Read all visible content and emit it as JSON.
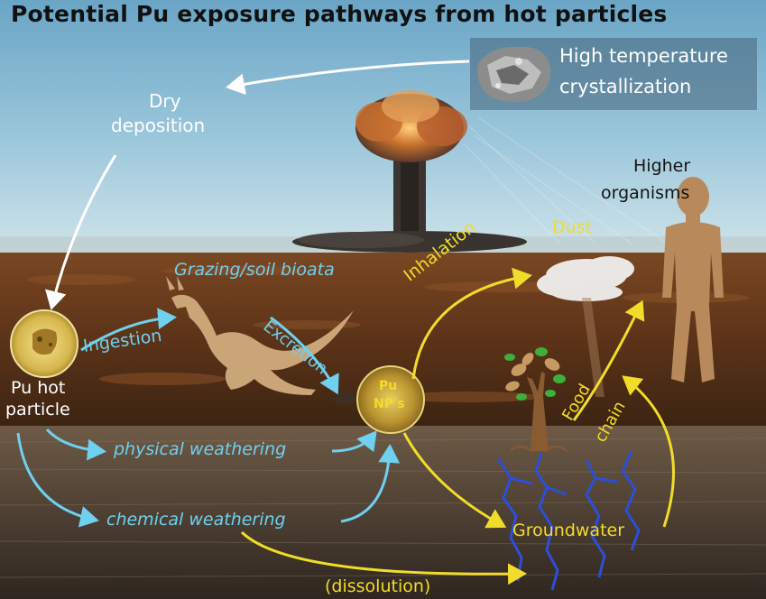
{
  "title": "Potential Pu exposure pathways from hot particles",
  "labels": {
    "high_temperature": "High temperature",
    "crystallization": "crystallization",
    "dry": "Dry",
    "deposition": "deposition",
    "higher": "Higher",
    "organisms": "organisms",
    "dust": "Dust",
    "inhalation": "Inhalation",
    "grazing": "Grazing/soil bioata",
    "ingestion": "Ingestion",
    "excretion": "Excretion",
    "pu_hot": "Pu hot",
    "particle": "particle",
    "pu": "Pu",
    "nps": "NP's",
    "food": "Food",
    "chain": "chain",
    "physical_weathering": "physical weathering",
    "chemical_weathering": "chemical weathering",
    "groundwater": "Groundwater",
    "dissolution": "(dissolution)"
  },
  "colors": {
    "sky_top": "#6aa5c6",
    "sky_bottom": "#c5dde6",
    "soil": "#6b3d1c",
    "arrow_white": "#ffffff",
    "arrow_cyan": "#6fd0ef",
    "arrow_yellow": "#f2dc2a",
    "water": "#2b4fd8"
  }
}
